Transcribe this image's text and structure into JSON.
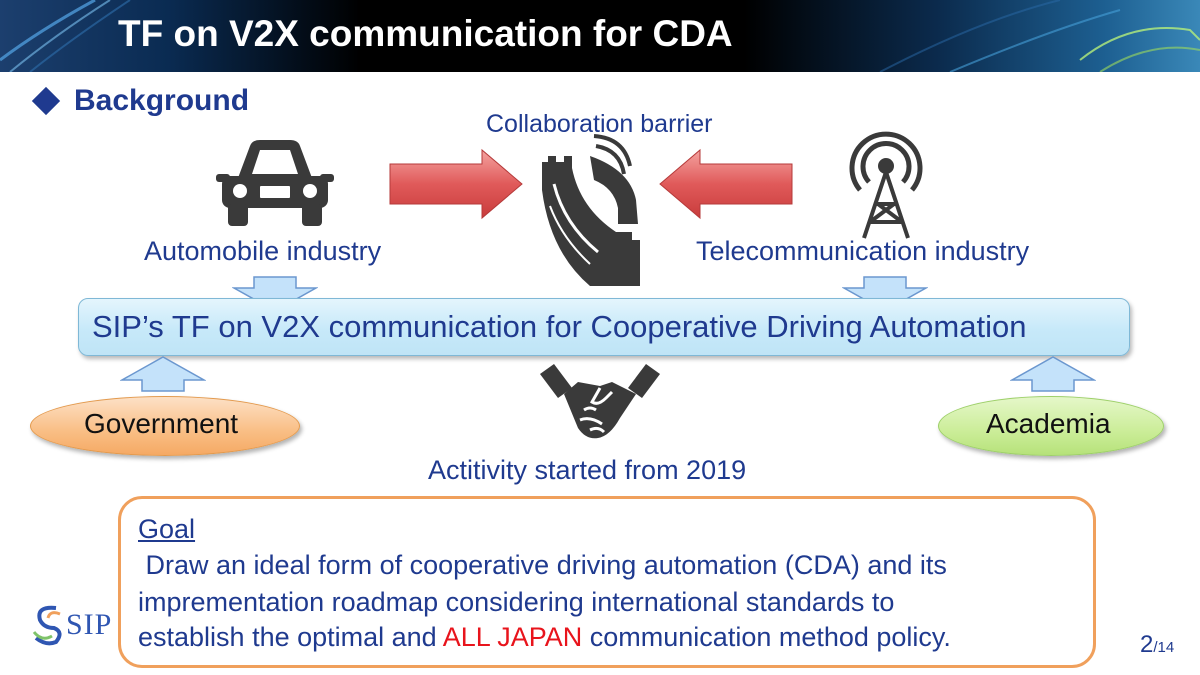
{
  "slide": {
    "title": "TF on V2X communication for CDA",
    "section_heading": "Background"
  },
  "diagram": {
    "barrier_label": "Collaboration barrier",
    "left_party": "Automobile industry",
    "right_party": "Telecommunication industry",
    "task_force": "SIP’s TF on V2X communication for Cooperative Driving Automation",
    "government": "Government",
    "academia": "Academia",
    "activity": "Actitivity started from 2019"
  },
  "icons": [
    "car-icon",
    "great-wall-icon",
    "antenna-icon",
    "handshake-icon",
    "sip-logo-icon"
  ],
  "goal": {
    "title": "Goal",
    "line1": " Draw an ideal form of cooperative driving automation (CDA) and its",
    "line2": "imprementation roadmap considering international standards to",
    "line3_pre": "establish the optimal and ",
    "line3_highlight": "ALL JAPAN",
    "line3_post": " communication method policy."
  },
  "logo": {
    "text": "SIP"
  },
  "page": {
    "current": "2",
    "total": "/14"
  },
  "colors": {
    "text_blue": "#1f3a8f",
    "highlight_red": "#e8141c",
    "arrow_red": "#e05a5a",
    "tf_box_fill": "#c7e9f9",
    "government_fill": "#f9be84",
    "academia_fill": "#cbed98",
    "goal_border": "#f0a05c",
    "icon_dark": "#3a3a3a"
  }
}
